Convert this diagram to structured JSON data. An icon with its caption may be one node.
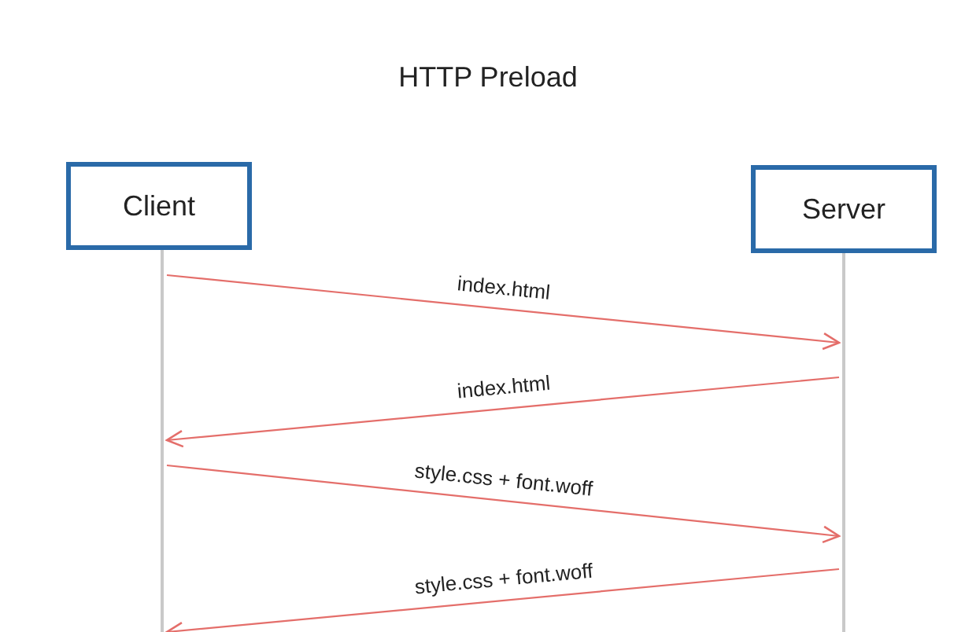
{
  "diagram": {
    "title": "HTTP Preload",
    "nodes": [
      {
        "text": [
          "Client"
        ]
      },
      {
        "text": [
          "Server"
        ]
      },
      {
        "text": [],
        "shape": "bar"
      },
      {
        "text": [],
        "shape": "bar"
      }
    ],
    "edges": [
      {
        "from": 2,
        "to": 3,
        "arrow": "to",
        "label": "index.html"
      },
      {
        "from": 3,
        "to": 2,
        "arrow": "to",
        "label": "index.html"
      },
      {
        "from": 2,
        "to": 3,
        "arrow": "to",
        "label": "style.css + font.woff"
      },
      {
        "from": 3,
        "to": 2,
        "arrow": "to",
        "label": "style.css + font.woff"
      }
    ]
  }
}
